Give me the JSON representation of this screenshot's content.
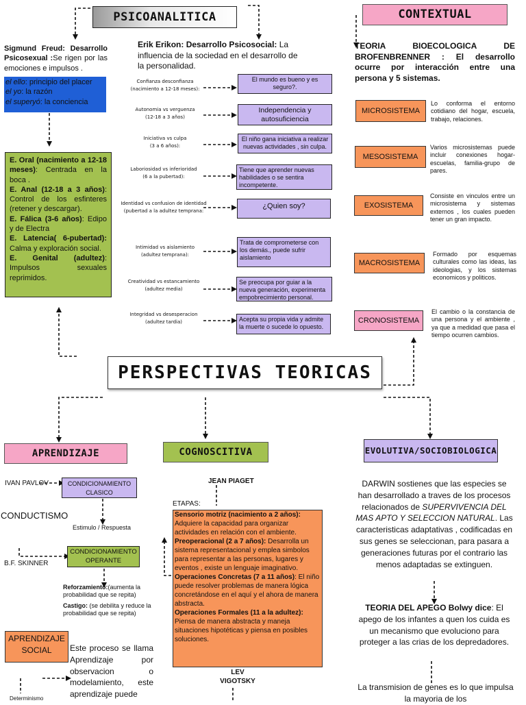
{
  "title": "PERSPECTIVAS TEORICAS",
  "psicoanalitica": {
    "header": "PSICOANALITICA",
    "freud": {
      "name": "Sigmund Freud: Desarrollo Psicosexual :",
      "desc": "Se rigen por las emociones e impulsos .",
      "ello_term": "el ello",
      "ello_desc": ": principio del placer",
      "yo_term": "el yo",
      "yo_desc": ": la razón",
      "superyo_term": "el superyó",
      "superyo_desc": ": la conciencia"
    },
    "stages": [
      {
        "label": "E. Oral (nacimiento a 12-18 meses)",
        "desc": ": Centrada en la boca ."
      },
      {
        "label": "E. Anal (12-18 a 3 años)",
        "desc": ": Control de los esfinteres (retener y descargar)."
      },
      {
        "label": "E. Fálica (3-6 años)",
        "desc": ": Edipo y de Electra"
      },
      {
        "label": "E. Latencia( 6-pubertad):",
        "desc": " Calma y exploración social."
      },
      {
        "label": "E. Genital (adultez)",
        "desc": ": Impulsos sexuales reprimidos."
      }
    ],
    "erikson": {
      "name": "Erik Erikon: Desarrollo Psicosocial:",
      "desc": " La influencia de la sociedad en el desarrollo de la personalidad.",
      "stages": [
        {
          "name": "Confianza desconfianza",
          "age": "(nacimiento a 12-18 meses):",
          "desc": "El mundo es bueno y es seguro?."
        },
        {
          "name": "Autonomia vs verguenza",
          "age": "(12-18 a 3 años)",
          "desc": "Independencia y autosuficiencia"
        },
        {
          "name": "Iniciativa vs culpa",
          "age": "(3 a 6 años):",
          "desc": "El niño gana iniciativa a realizar nuevas actividades , sin culpa."
        },
        {
          "name": "Laboriosidad vs inferioridad",
          "age": "(6 a la pubertad):",
          "desc": "Tiene que aprender nuevas habilidades o se sentira incompetente."
        },
        {
          "name": "Identidad vs confusion de identidad",
          "age": "(pubertad a la adultez temprana:",
          "desc": "¿Quien soy?"
        },
        {
          "name": "Intimidad vs aislamiento",
          "age": "(adultez temprana):",
          "desc": "Trata de comprometerse con los demás., puede sufrir aislamiento"
        },
        {
          "name": "Creatividad vs estancamiento",
          "age": "(adultez media)",
          "desc": "Se preocupa por guiar a la nueva generación, experimenta empobrecimiento personal."
        },
        {
          "name": "Integridad vs desesperacion",
          "age": "(adultez tardia)",
          "desc": "Acepta su propia vida y admite la muerte o sucede lo opuesto."
        }
      ]
    }
  },
  "contextual": {
    "header": "CONTEXTUAL",
    "intro": "TEORIA BIOECOLOGICA DE BROFENBRENNER : El desarrollo ocurre por interacción entre una persona y 5 sistemas.",
    "systems": [
      {
        "name": "MICROSISTEMA",
        "desc": "Lo conforma el entorno cotidiano del hogar, escuela, trabajo, relaciones."
      },
      {
        "name": "MESOSISTEMA",
        "desc": "Varios microsistemas puede incluir conexiones hogar- escuelas, familia-grupo de pares."
      },
      {
        "name": "EXOSISTEMA",
        "desc": "Consiste en vinculos entre un microsistema y sistemas externos , los cuales pueden tener un gran impacto."
      },
      {
        "name": "MACROSISTEMA",
        "desc": "Formado por esquemas culturales como las ideas, las ideologias, y los sistemas economicos y politicos."
      },
      {
        "name": "CRONOSISTEMA",
        "desc": "El cambio o la constancia de una persona y el ambiente , ya que a medidad que pasa el tiempo ocurren cambios."
      }
    ]
  },
  "aprendizaje": {
    "header": "APRENDIZAJE",
    "pavlov": "IVAN PAVLOV",
    "clasico": "CONDICIONAMIENTO CLASICO",
    "conductismo": "CONDUCTISMO",
    "estimulo": "Estimulo / Respuesta",
    "skinner": "B.F. SKINNER",
    "operante": "CONDICIONAMIENTO OPERANTE",
    "refuerzo_label": "Reforzamiento:",
    "refuerzo_desc": "(aumenta la probabilidad que se repita)",
    "castigo_label": "Castigo:",
    "castigo_desc": " (se debilita y reduce la probabilidad que se repita)",
    "social": "APRENDIZAJE SOCIAL",
    "social_desc": "Este proceso se llama Aprendizaje por observacion o modelamiento, este aprendizaje puede",
    "determinismo": "Determinismo"
  },
  "cognoscitiva": {
    "header": "COGNOSCITIVA",
    "piaget": "JEAN PIAGET",
    "etapas": "ETAPAS:",
    "stages": [
      {
        "label": "Sensorio motriz (nacimiento a 2 años):",
        "desc": "Adquiere la capacidad para organizar actividades en relación con el ambiente."
      },
      {
        "label": "Preoperacional (2 a 7 años):",
        "desc": " Desarrolla un sistema representacional y emplea simbolos para representar a las personas, lugares y eventos , existe un lenguaje imaginativo."
      },
      {
        "label": "Operaciones Concretas (7 a 11 años)",
        "desc": ": El niño puede resolver problemas de manera lógica concretándose en el aquí y el ahora de manera abstracta."
      },
      {
        "label": "Operaciones Formales (11 a la adultez):",
        "desc": " Piensa de manera abstracta y maneja situaciones hipotéticas y piensa en posibles soluciones."
      }
    ],
    "vigotsky": "LEV VIGOTSKY"
  },
  "evolutiva": {
    "header": "EVOLUTIVA/SOCIOBIOLOGICA",
    "darwin_a": "DARWIN sostienes que las especies se han desarrollado a traves de los procesos relacionados de ",
    "darwin_em": "SUPERVIVENCIA DEL MAS APTO Y SELECCION NATURAL",
    "darwin_b": ". Las caracteristicas adaptativas , codificadas en sus genes se seleccionan, para pasara a generaciones futuras por el contrario las menos adaptadas se extinguen.",
    "apego_label": "TEORIA DEL APEGO Bolwy dice",
    "apego_desc": ": El apego de los infantes a quen los cuida es un mecanismo que evoluciono para proteger a las crias de los depredadores.",
    "genes": "La transmision de genes es lo que impulsa la mayoria de los"
  },
  "colors": {
    "psico_header": "#c8c8c8",
    "pink": "#f6a6c6",
    "orange": "#f7955a",
    "green": "#a3c150",
    "purple": "#c9b8f0",
    "blue": "#1f5fd6"
  }
}
